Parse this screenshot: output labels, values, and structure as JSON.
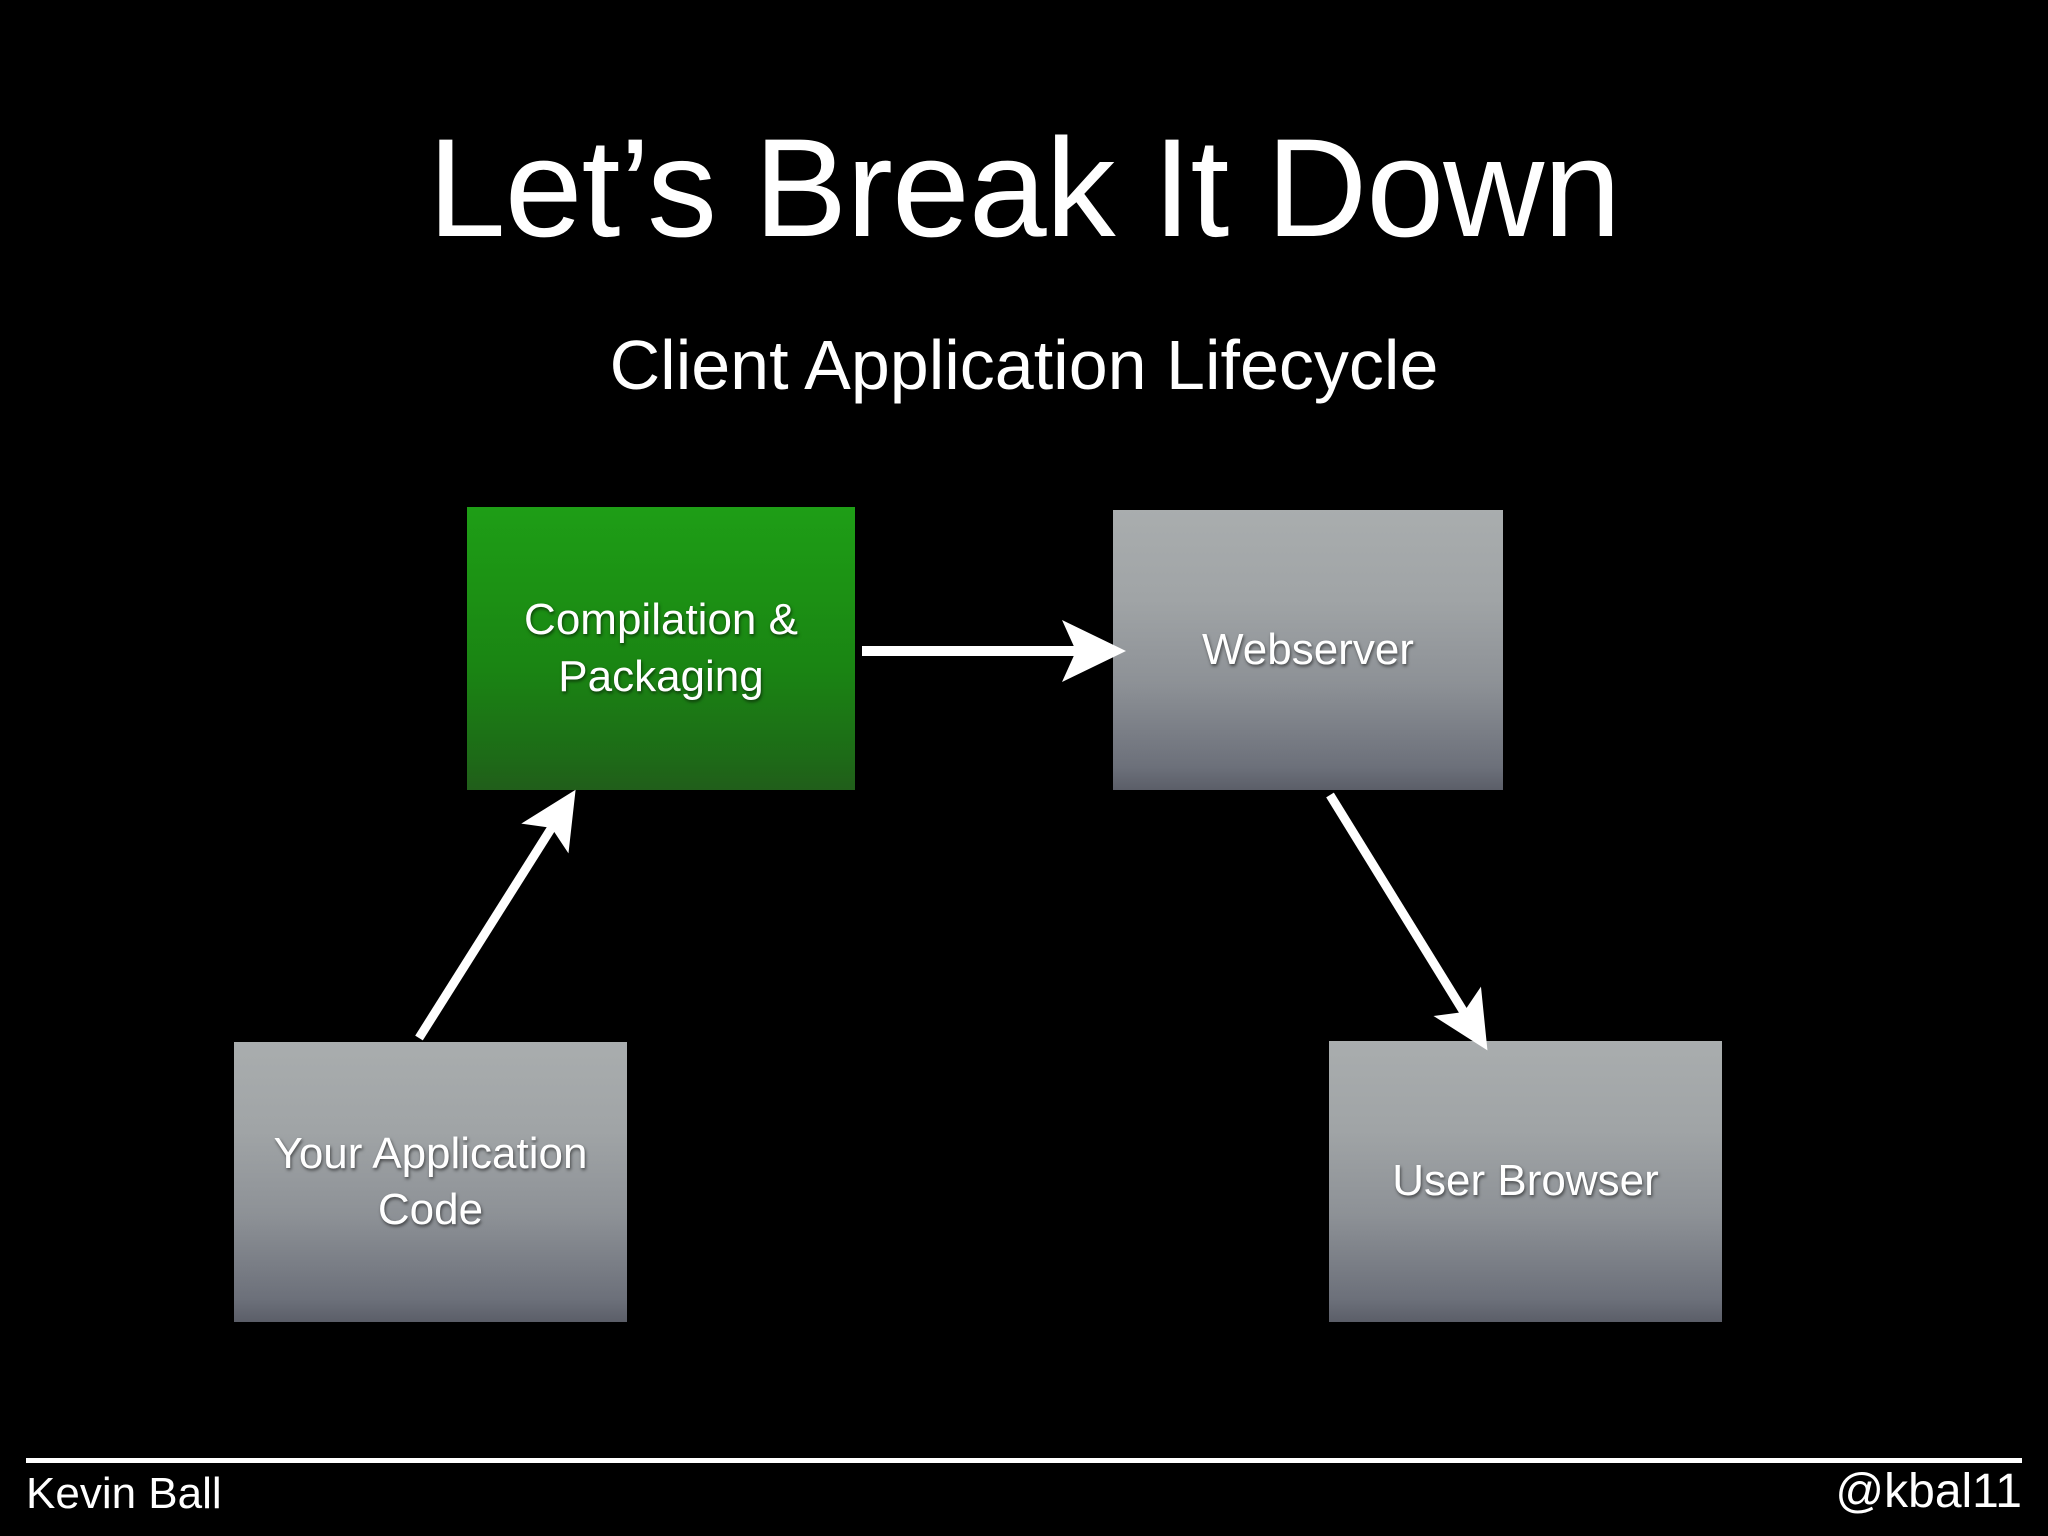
{
  "slide": {
    "background_color": "#000000",
    "title": "Let’s Break It Down",
    "subtitle": "Client Application Lifecycle"
  },
  "diagram": {
    "nodes": [
      {
        "id": "compilation-packaging",
        "label": "Compilation & Packaging",
        "line1": "Compilation &",
        "line2": "Packaging",
        "fill": "green",
        "color_top": "#1e9e16",
        "color_bottom": "#215e1a"
      },
      {
        "id": "webserver",
        "label": "Webserver",
        "line1": "Webserver",
        "line2": "",
        "fill": "gray",
        "color_top": "#a9adae",
        "color_bottom": "#5b5e68"
      },
      {
        "id": "your-application-code",
        "label": "Your Application Code",
        "line1": "Your Application",
        "line2": "Code",
        "fill": "gray",
        "color_top": "#a9adae",
        "color_bottom": "#5b5e68"
      },
      {
        "id": "user-browser",
        "label": "User Browser",
        "line1": "User Browser",
        "line2": "",
        "fill": "gray",
        "color_top": "#a9adae",
        "color_bottom": "#5b5e68"
      }
    ],
    "edges": [
      {
        "id": "code-to-compilation",
        "from": "your-application-code",
        "to": "compilation-packaging",
        "direction": "up-right"
      },
      {
        "id": "compilation-to-webserver",
        "from": "compilation-packaging",
        "to": "webserver",
        "direction": "right"
      },
      {
        "id": "webserver-to-browser",
        "from": "webserver",
        "to": "user-browser",
        "direction": "down-right"
      }
    ],
    "arrow_color": "#ffffff"
  },
  "footer": {
    "presenter": "Kevin Ball",
    "handle": "@kbal11",
    "rule_color": "#ffffff"
  }
}
